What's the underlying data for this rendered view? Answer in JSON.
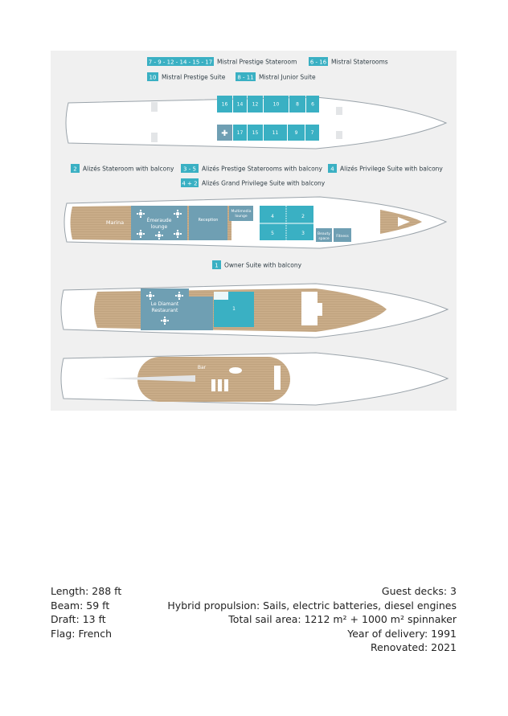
{
  "colors": {
    "teal": "#3ab0c3",
    "steel": "#6f9fb3",
    "wood": "#c9ac88",
    "hull_line": "#9aa3aa",
    "background": "#f0f0f0"
  },
  "legend_deck1": {
    "mistral_prestige_num": "7 - 9 - 12 - 14 - 15 - 17",
    "mistral_prestige_label": "Mistral Prestige Stateroom",
    "mistral_stateroom_num": "6 - 16",
    "mistral_stateroom_label": "Mistral Staterooms",
    "mistral_suite_num": "10",
    "mistral_suite_label": "Mistral Prestige Suite",
    "mistral_junior_num": "8 - 11",
    "mistral_junior_label": "Mistral Junior Suite"
  },
  "deck1_cabins": {
    "top": [
      "16",
      "14",
      "12",
      "10",
      "8",
      "6"
    ],
    "bottom": [
      "17",
      "15",
      "11",
      "9",
      "7"
    ],
    "accessible_icon": "wheelchair-icon"
  },
  "legend_deck2": {
    "alizes_balcony_num": "2",
    "alizes_balcony_label": "Alizés Stateroom with balcony",
    "alizes_prestige_num": "3 - 5",
    "alizes_prestige_label": "Alizés Prestige Staterooms with balcony",
    "alizes_privilege_num": "4",
    "alizes_privilege_label": "Alizés Privilege Suite with balcony",
    "alizes_grand_num": "4 + 2",
    "alizes_grand_label": "Alizés Grand Privilege Suite with balcony"
  },
  "deck2": {
    "marina": "Marina",
    "emeraude_line1": "Émeraude",
    "emeraude_line2": "lounge",
    "reception": "Reception",
    "multimedia_line1": "Multimedia",
    "multimedia_line2": "lounge",
    "beauty_line1": "Beauty",
    "beauty_line2": "space",
    "fitness": "Fitness",
    "cabins": [
      "4",
      "2",
      "5",
      "3"
    ]
  },
  "legend_deck3": {
    "owner_num": "1",
    "owner_label": "Owner Suite with balcony"
  },
  "deck3": {
    "restaurant_line1": "Le Diamant",
    "restaurant_line2": "Restaurant",
    "cabin": "1"
  },
  "deck4": {
    "bar": "Bar"
  },
  "specs_left": [
    "Length: 288 ft",
    "Beam: 59 ft",
    "Draft: 13 ft",
    "Flag: French"
  ],
  "specs_right": [
    "Guest decks: 3",
    "Hybrid propulsion: Sails, electric batteries, diesel engines",
    "Total sail area: 1212 m² + 1000 m² spinnaker",
    "Year of delivery: 1991",
    "Renovated: 2021"
  ]
}
